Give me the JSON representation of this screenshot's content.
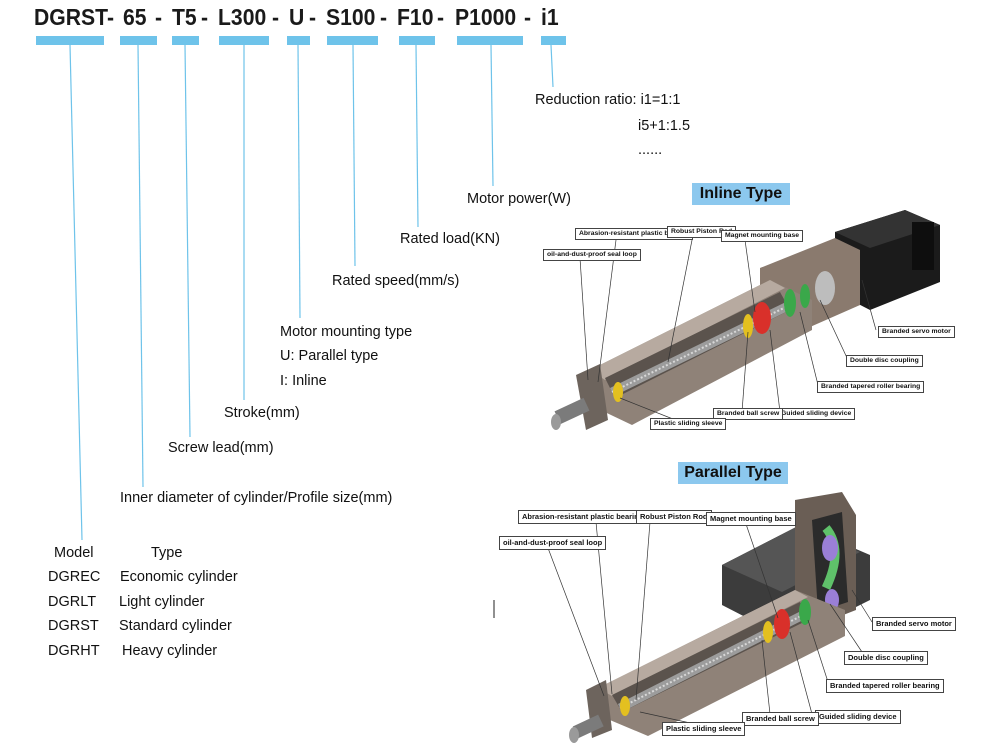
{
  "code": {
    "parts": [
      "DGRST",
      "-",
      "65",
      "-",
      "T5",
      "-",
      "L300",
      "-",
      "U",
      "-",
      "S100",
      "-",
      "F10",
      "-",
      "P1000",
      "-",
      "i1"
    ]
  },
  "labels": {
    "reduction_ratio": "Reduction ratio: i1=1:1",
    "reduction_alt1": "i5+1:1.5",
    "reduction_alt2": "......",
    "motor_power": "Motor power(W)",
    "rated_load": "Rated load(KN)",
    "rated_speed": "Rated speed(mm/s)",
    "motor_mounting": "Motor mounting type",
    "mount_u": "U: Parallel type",
    "mount_i": "I: Inline",
    "stroke": "Stroke(mm)",
    "screw_lead": "Screw lead(mm)",
    "inner_diameter": "Inner diameter of cylinder/Profile size(mm)"
  },
  "model_table": {
    "header_model": "Model",
    "header_type": "Type",
    "rows": [
      {
        "model": "DGREC",
        "type": "Economic cylinder"
      },
      {
        "model": "DGRLT",
        "type": "Light cylinder"
      },
      {
        "model": "DGRST",
        "type": "Standard cylinder"
      },
      {
        "model": "DGRHT",
        "type": "Heavy cylinder"
      }
    ]
  },
  "inline": {
    "title": "Inline Type",
    "callouts": {
      "abrasion": "Abrasion-resistant plastic bearing",
      "piston": "Robust Piston Rod",
      "magnet": "Magnet mounting base",
      "seal": "oil-and-dust-proof seal loop",
      "servo": "Branded servo motor",
      "coupling": "Double disc coupling",
      "bearing": "Branded tapered roller bearing",
      "guided": "Guided sliding device",
      "ballscrew": "Branded ball screw",
      "sleeve": "Plastic sliding sleeve"
    }
  },
  "parallel": {
    "title": "Parallel Type",
    "callouts": {
      "abrasion": "Abrasion-resistant plastic bearing",
      "piston": "Robust Piston Rod",
      "magnet": "Magnet mounting base",
      "seal": "oil-and-dust-proof seal loop",
      "servo": "Branded servo motor",
      "coupling": "Double disc coupling",
      "bearing": "Branded tapered roller bearing",
      "guided": "Guided sliding device",
      "ballscrew": "Branded ball screw",
      "sleeve": "Plastic sliding sleeve"
    }
  },
  "colors": {
    "accent_bar": "#6ec3ea",
    "leader_line": "#6ec3ea",
    "title_box": "#8cc8ee"
  }
}
